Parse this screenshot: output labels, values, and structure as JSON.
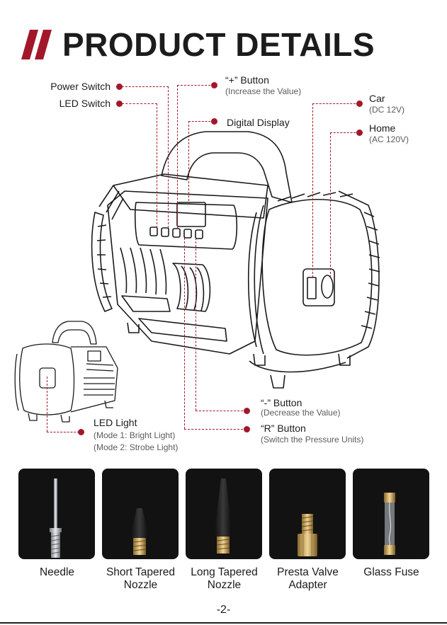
{
  "header": {
    "title": "PRODUCT DETAILS",
    "accent": "#a3172a"
  },
  "callouts": {
    "power_switch": "Power Switch",
    "led_switch": "LED Switch",
    "plus_button": "“+” Button",
    "plus_button_note": "(Increase the Value)",
    "digital_display": "Digital Display",
    "car": "Car",
    "car_note": "(DC 12V)",
    "home": "Home",
    "home_note": "(AC 120V)",
    "minus_button": "“-” Button",
    "minus_button_note": "(Decrease the Value)",
    "r_button": "“R” Button",
    "r_button_note": "(Switch the Pressure Units)",
    "led_light": "LED Light",
    "led_mode1": "(Mode 1: Bright Light)",
    "led_mode2": "(Mode 2: Strobe Light)"
  },
  "accessories": [
    {
      "line1": "Needle",
      "line2": ""
    },
    {
      "line1": "Short Tapered",
      "line2": "Nozzle"
    },
    {
      "line1": "Long Tapered",
      "line2": "Nozzle"
    },
    {
      "line1": "Presta Valve",
      "line2": "Adapter"
    },
    {
      "line1": "Glass Fuse",
      "line2": ""
    }
  ],
  "footer": {
    "page_number": "-2-"
  }
}
